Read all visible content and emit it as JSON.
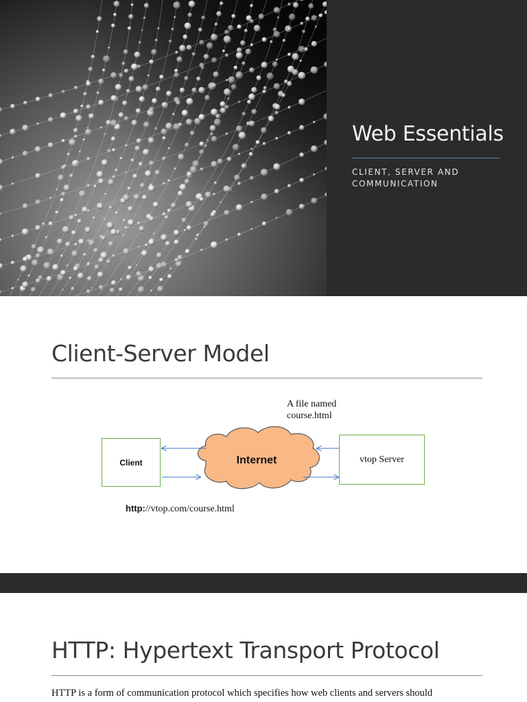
{
  "slide1": {
    "title": "Web Essentials",
    "subtitle": "CLIENT, SERVER AND COMMUNICATION",
    "image": "dew-covered-spider-web-photo"
  },
  "slide2": {
    "title": "Client-Server Model",
    "diagram": {
      "file_note": "A  file named course.html",
      "client_label": "Client",
      "cloud_label": "Internet",
      "server_label": "vtop Server",
      "url_protocol": "http:",
      "url_rest": "//vtop.com/course.html",
      "colors": {
        "cloud_fill": "#f8b987",
        "cloud_stroke": "#5a5a5a",
        "box_border": "#70ad47",
        "arrow": "#4472c4"
      }
    }
  },
  "slide3": {
    "title": "HTTP: Hypertext Transport Protocol",
    "body": "HTTP is a form of communication protocol which specifies how web clients and servers should"
  },
  "colors": {
    "dark_background": "#2b2b2b",
    "accent_rule": "#5b7fb5"
  }
}
